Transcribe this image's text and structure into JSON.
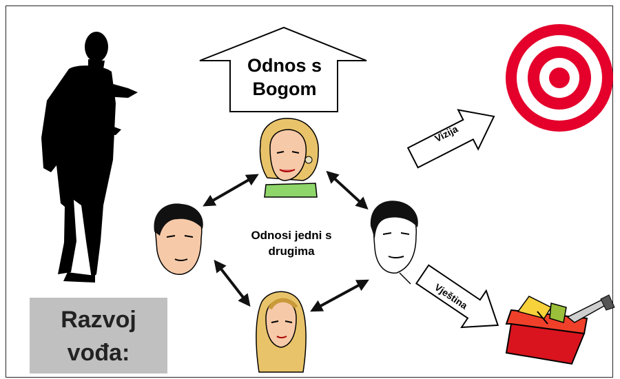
{
  "title_arrow": {
    "line1": "Odnos s",
    "line2": "Bogom"
  },
  "center_text": {
    "line1": "Odnosi jedni s",
    "line2": "drugima"
  },
  "box": {
    "line1": "Razvoj",
    "line2": "vođa:"
  },
  "arrow_labels": {
    "vision": "Vizija",
    "skill": "Vještina"
  },
  "colors": {
    "target_red": "#e4002b",
    "box_gray": "#c0c0c0",
    "toolbox_red": "#d9141e",
    "skin": "#f6c9a8",
    "hair_blond": "#e8c36a"
  },
  "icons": [
    "leader-silhouette",
    "target-icon",
    "toolbox-icon",
    "face-woman-top",
    "face-man-left",
    "face-man-right",
    "face-woman-bottom"
  ]
}
